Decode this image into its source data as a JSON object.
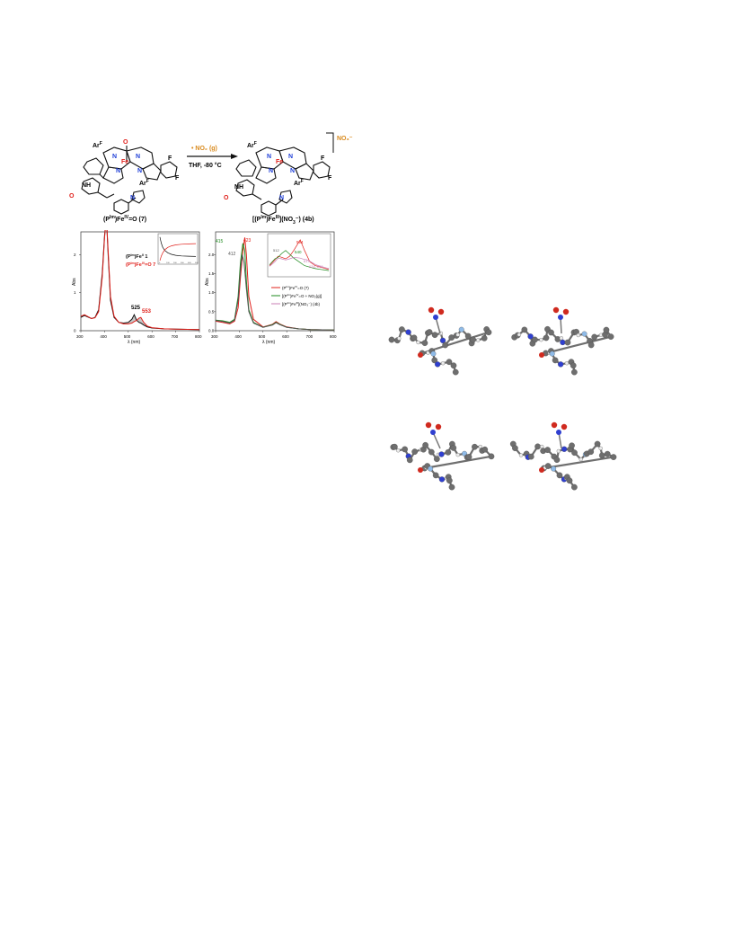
{
  "scheme": {
    "reactant_label": "(P",
    "reactant_sup": "Im",
    "reactant_rest": ")Fe",
    "reactant_ox": "IV",
    "reactant_tail": "=O (7)",
    "product_label": "[(P",
    "product_sup": "Im",
    "product_mid": ")Fe",
    "product_ox": "III",
    "product_tail": "](NO",
    "product_sub": "3",
    "product_end": "⁻) (4b)",
    "reagent": "• NO₂ (g)",
    "conditions": "THF, -80 °C",
    "counterion": "NO₃⁻",
    "arF": "Ar",
    "arF_sup": "F",
    "atom_N": "N",
    "atom_F": "F",
    "atom_O": "O",
    "atom_Fe": "Fe",
    "nh": "NH",
    "colors": {
      "red": "#e0201b",
      "blue": "#1f3fd8",
      "orange": "#d98a1e",
      "black": "#111111"
    }
  },
  "chart_data": [
    {
      "type": "line",
      "xlabel": "λ (nm)",
      "ylabel": "Abs",
      "xlim": [
        300,
        800
      ],
      "ylim": [
        0,
        2.6
      ],
      "xticks": [
        300,
        400,
        500,
        600,
        700,
        800
      ],
      "yticks": [
        0,
        1,
        2
      ],
      "annotations": [
        "525",
        "553"
      ],
      "legend": [
        {
          "name": "(P",
          "sup": "Im",
          "rest": ")Fe",
          "ox": "II",
          "tail": " 1",
          "color": "#111111"
        },
        {
          "name": "(P",
          "sup": "Im",
          "rest": ")Fe",
          "ox": "IV",
          "tail": "=O 7",
          "color": "#e0201b"
        }
      ],
      "series": [
        {
          "color": "#111111",
          "x": [
            300,
            315,
            330,
            345,
            360,
            375,
            390,
            400,
            405,
            410,
            415,
            425,
            440,
            460,
            480,
            500,
            515,
            525,
            535,
            545,
            553,
            565,
            580,
            600,
            650,
            700,
            800
          ],
          "y": [
            0.35,
            0.4,
            0.36,
            0.32,
            0.35,
            0.55,
            1.5,
            2.5,
            2.8,
            2.7,
            2.0,
            0.8,
            0.35,
            0.22,
            0.2,
            0.22,
            0.3,
            0.42,
            0.28,
            0.22,
            0.2,
            0.15,
            0.1,
            0.07,
            0.05,
            0.04,
            0.03
          ]
        },
        {
          "color": "#e0201b",
          "x": [
            300,
            315,
            330,
            345,
            360,
            375,
            390,
            400,
            405,
            410,
            415,
            425,
            440,
            460,
            480,
            500,
            515,
            525,
            535,
            545,
            553,
            565,
            580,
            600,
            650,
            700,
            800
          ],
          "y": [
            0.38,
            0.42,
            0.37,
            0.32,
            0.34,
            0.5,
            1.4,
            2.45,
            2.78,
            2.72,
            2.1,
            0.9,
            0.38,
            0.22,
            0.18,
            0.18,
            0.2,
            0.24,
            0.27,
            0.33,
            0.35,
            0.22,
            0.12,
            0.08,
            0.05,
            0.04,
            0.03
          ]
        }
      ],
      "inset": {
        "xticks": [
          "0",
          "100",
          "200",
          "300",
          "400",
          "500"
        ],
        "series": [
          {
            "color": "#111111",
            "x": [
              0,
              20,
              40,
              70,
              110,
              160,
              220,
              300,
              400,
              500
            ],
            "y": [
              0.95,
              0.75,
              0.62,
              0.52,
              0.45,
              0.4,
              0.37,
              0.35,
              0.34,
              0.33
            ]
          },
          {
            "color": "#e0201b",
            "x": [
              0,
              20,
              40,
              70,
              110,
              160,
              220,
              300,
              400,
              500
            ],
            "y": [
              0.2,
              0.35,
              0.45,
              0.55,
              0.62,
              0.67,
              0.7,
              0.72,
              0.73,
              0.74
            ]
          }
        ]
      }
    },
    {
      "type": "line",
      "xlabel": "λ (nm)",
      "ylabel": "Abs",
      "xlim": [
        300,
        800
      ],
      "ylim": [
        0,
        2.6
      ],
      "xticks": [
        300,
        400,
        500,
        600,
        700,
        800
      ],
      "yticks": [
        0.0,
        0.5,
        1.0,
        1.5,
        2.0
      ],
      "annotations": [
        "415",
        "423",
        "412"
      ],
      "legend": [
        {
          "name": "(P",
          "sup": "Im",
          "rest": ")Fe",
          "ox": "IV",
          "tail": "=O (7)",
          "color": "#e0201b"
        },
        {
          "name": "[(P",
          "sup": "Im",
          "rest": ")Fe",
          "ox": "IV",
          "tail": "=O + NO₂(g)]",
          "color": "#1e8a1e"
        },
        {
          "name": "[(P",
          "sup": "Im",
          "rest": ")Fe",
          "ox": "III",
          "tail": "](NO₃⁻) (4b)",
          "color": "#c97fb6"
        }
      ],
      "series": [
        {
          "color": "#e0201b",
          "x": [
            300,
            330,
            360,
            380,
            395,
            405,
            415,
            423,
            430,
            440,
            460,
            500,
            540,
            555,
            570,
            600,
            650,
            700,
            800
          ],
          "y": [
            0.25,
            0.22,
            0.18,
            0.25,
            0.6,
            1.4,
            2.1,
            2.45,
            2.0,
            0.9,
            0.3,
            0.1,
            0.17,
            0.24,
            0.18,
            0.1,
            0.05,
            0.03,
            0.02
          ]
        },
        {
          "color": "#1e8a1e",
          "x": [
            300,
            330,
            360,
            380,
            395,
            405,
            415,
            423,
            430,
            440,
            460,
            500,
            540,
            555,
            570,
            600,
            650,
            700,
            800
          ],
          "y": [
            0.28,
            0.26,
            0.22,
            0.3,
            0.9,
            1.8,
            2.3,
            2.1,
            1.3,
            0.55,
            0.22,
            0.09,
            0.16,
            0.22,
            0.17,
            0.09,
            0.05,
            0.03,
            0.02
          ]
        },
        {
          "color": "#555555",
          "x": [
            300,
            330,
            360,
            380,
            395,
            405,
            412,
            420,
            430,
            440,
            460,
            500,
            540,
            555,
            570,
            600,
            650,
            700,
            800
          ],
          "y": [
            0.27,
            0.24,
            0.2,
            0.28,
            0.8,
            1.6,
            2.0,
            1.8,
            1.1,
            0.5,
            0.2,
            0.09,
            0.15,
            0.21,
            0.16,
            0.09,
            0.05,
            0.03,
            0.02
          ]
        }
      ],
      "inset": {
        "annotations": [
          "512",
          "540",
          "594",
          "617",
          "634, 670"
        ],
        "series": [
          {
            "color": "#e0201b",
            "x": [
              480,
              500,
              512,
              525,
              540,
              555,
              570,
              594,
              610,
              630,
              650,
              670,
              690,
              700
            ],
            "y": [
              0.3,
              0.45,
              0.55,
              0.52,
              0.48,
              0.55,
              0.7,
              0.98,
              0.7,
              0.4,
              0.3,
              0.26,
              0.22,
              0.2
            ]
          },
          {
            "color": "#1e8a1e",
            "x": [
              480,
              500,
              512,
              525,
              540,
              555,
              570,
              594,
              610,
              630,
              650,
              670,
              690,
              700
            ],
            "y": [
              0.32,
              0.48,
              0.52,
              0.62,
              0.7,
              0.6,
              0.5,
              0.38,
              0.3,
              0.26,
              0.22,
              0.2,
              0.18,
              0.17
            ]
          },
          {
            "color": "#c97fb6",
            "x": [
              480,
              500,
              512,
              525,
              540,
              555,
              570,
              594,
              610,
              617,
              634,
              650,
              670,
              690,
              700
            ],
            "y": [
              0.28,
              0.4,
              0.5,
              0.48,
              0.45,
              0.48,
              0.52,
              0.5,
              0.46,
              0.46,
              0.4,
              0.33,
              0.28,
              0.24,
              0.22
            ]
          }
        ]
      }
    }
  ]
}
